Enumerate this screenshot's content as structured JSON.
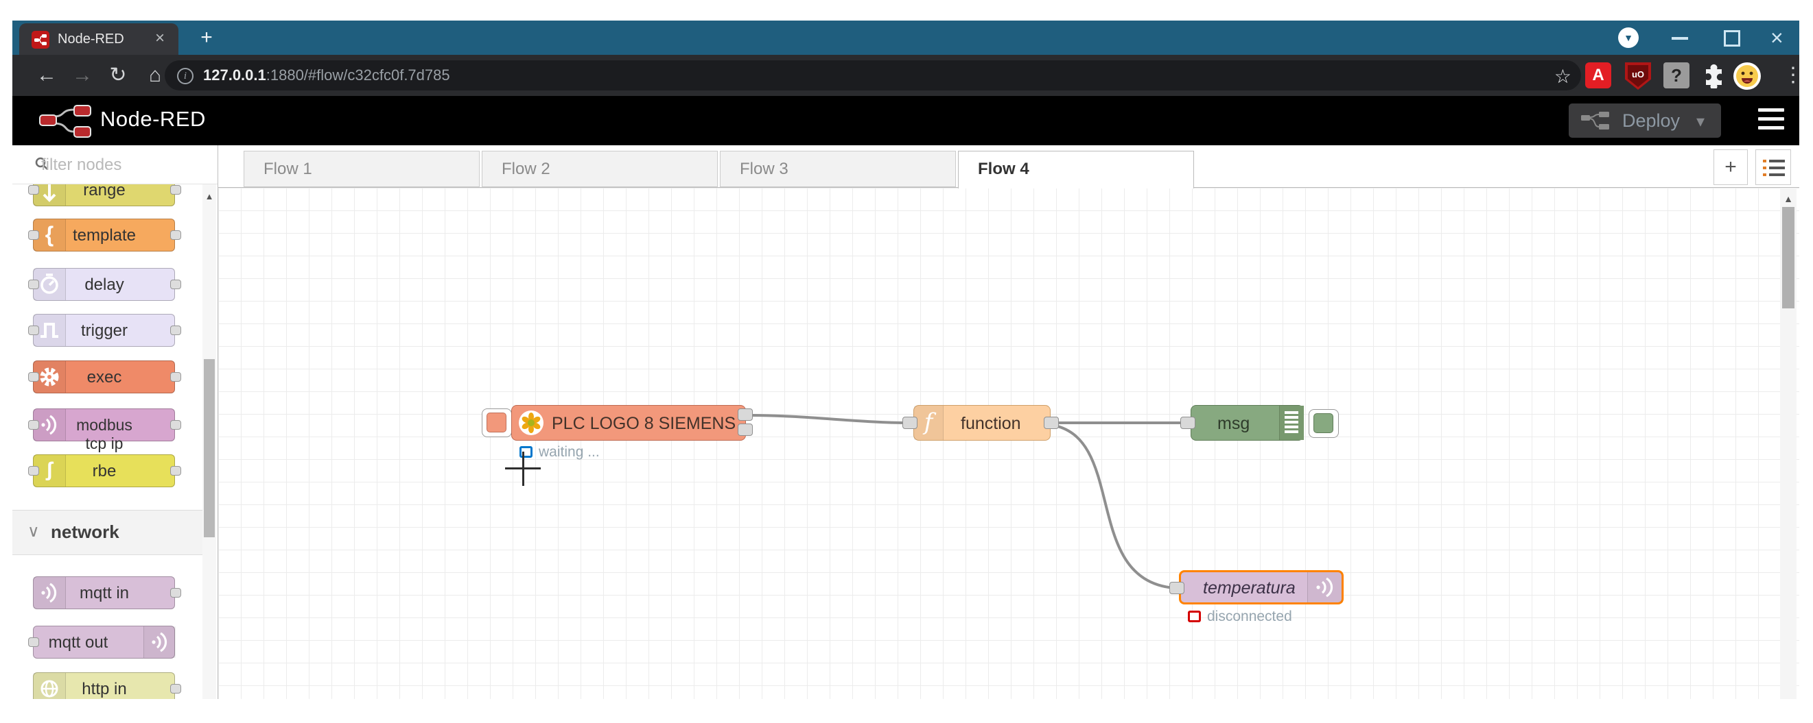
{
  "browser": {
    "tab_title": "Node-RED",
    "icons": {
      "tab_close": "×",
      "new_tab": "+",
      "minimize": "–",
      "close": "×",
      "update_caret": "▼",
      "back": "←",
      "forward": "→",
      "reload": "↻",
      "home": "⌂",
      "info": "i",
      "star": "☆",
      "menu_dots": "⋮",
      "adobe_glyph": "A",
      "ublock_glyph": "uO",
      "help_glyph": "?"
    },
    "url": {
      "host": "127.0.0.1",
      "path": ":1880/#flow/c32cfc0f.7d785"
    }
  },
  "header": {
    "brand": "Node-RED",
    "deploy_label": "Deploy",
    "deploy_caret": "▾"
  },
  "sidebar": {
    "filter_placeholder": "filter nodes",
    "scroll_up_glyph": "▲",
    "category": {
      "chevron": "∨",
      "label": "network"
    },
    "palette": [
      {
        "label": "range"
      },
      {
        "label": "template",
        "icon_glyph": "{"
      },
      {
        "label": "delay"
      },
      {
        "label": "trigger"
      },
      {
        "label": "exec"
      },
      {
        "label": "modbus tcp ip"
      },
      {
        "label": "rbe",
        "icon_glyph": "ʃ"
      },
      {
        "label": "mqtt in"
      },
      {
        "label": "mqtt out"
      },
      {
        "label": "http in"
      }
    ]
  },
  "workspace": {
    "tabs": [
      {
        "label": "Flow 1"
      },
      {
        "label": "Flow 2"
      },
      {
        "label": "Flow 3"
      },
      {
        "label": "Flow 4"
      }
    ],
    "add_tab_glyph": "+",
    "scroll_up_glyph": "▲"
  },
  "flow": {
    "nodes": {
      "plc": {
        "label": "PLC LOGO 8 SIEMENS",
        "status": "waiting ...",
        "status_color": "blue"
      },
      "function": {
        "label": "function",
        "icon_glyph": "f"
      },
      "debug": {
        "label": "msg"
      },
      "mqtt": {
        "label": "temperatura",
        "status": "disconnected",
        "status_color": "red"
      }
    }
  },
  "colors": {
    "titlebar": "#1f5e7e",
    "toolbar": "#2a2b2e",
    "omnibox": "#1b1c1f",
    "nr_header": "#000000",
    "plc_node": "#f2987b",
    "function_node": "#fdd0a2",
    "debug_node": "#87a980",
    "mqtt_node": "#d8bfd8",
    "selection": "#ff8300",
    "status_blue": "#0077cc",
    "status_red": "#d40000",
    "wire": "#8f8f8f",
    "palette_range": "#dfd76f",
    "palette_template": "#f6a95e",
    "palette_delay": "#e7e2f6",
    "palette_trigger": "#e7e2f6",
    "palette_exec": "#ef8a68",
    "palette_modbus": "#d7a6cf",
    "palette_rbe": "#e7e05a",
    "palette_mqtt": "#d8bfd8",
    "palette_http": "#e7e7ae"
  }
}
